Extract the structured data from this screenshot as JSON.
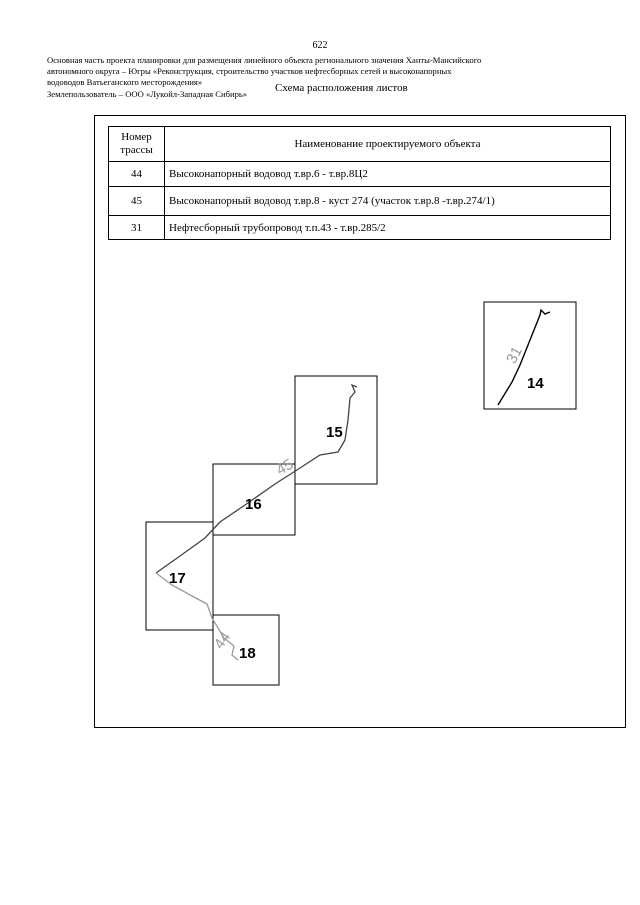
{
  "page_number": "622",
  "header": {
    "line1": "Основная часть проекта планировки для размещения линейного объекта регионального значения Ханты-Мансийского",
    "line2": "автономного округа – Югры «Реконструкция, строительство участков нефтесборных сетей и высоконапорных",
    "line3": "водоводов Ватьеганского месторождения»",
    "line4": "Землепользователь – ООО «Лукойл-Западная Сибирь»"
  },
  "scheme_title": "Схема расположения листов",
  "legend": {
    "col_num": "Номер трассы",
    "col_name": "Наименование проектируемого объекта",
    "rows": [
      {
        "num": "44",
        "name": "Высоконапорный водовод т.вр.6 - т.вр.8Ц2"
      },
      {
        "num": "45",
        "name": "Высоконапорный водовод т.вр.8 - куст 274 (участок т.вр.8 -т.вр.274/1)"
      },
      {
        "num": "31",
        "name": "Нефтесборный трубопровод т.п.43 - т.вр.285/2"
      }
    ]
  },
  "sheets": [
    "14",
    "15",
    "16",
    "17",
    "18"
  ],
  "route_labels": {
    "r31": "31",
    "r45": "45",
    "r44": "44"
  },
  "colors": {
    "route_31": "#000000",
    "route_45": "#444444",
    "route_44": "#9a9a9a"
  }
}
